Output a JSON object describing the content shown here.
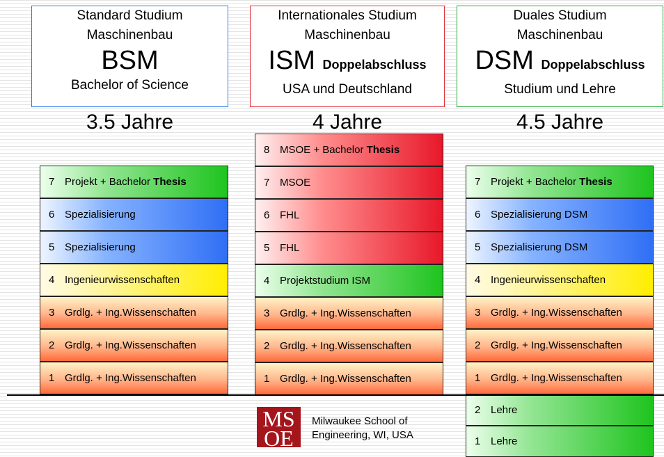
{
  "programs": [
    {
      "title1": "Standard Studium",
      "title2": "Maschinenbau",
      "abbr": "BSM",
      "suffix": "",
      "degree": "Bachelor of Science",
      "duration": "3.5 Jahre",
      "border_color": "#2b7de9",
      "blocks": [
        {
          "num": "7",
          "text": "Projekt + Bachelor ",
          "bold": "Thesis",
          "color": "green"
        },
        {
          "num": "6",
          "text": "Spezialisierung",
          "bold": "",
          "color": "blue"
        },
        {
          "num": "5",
          "text": "Spezialisierung",
          "bold": "",
          "color": "blue"
        },
        {
          "num": "4",
          "text": "Ingenieurwissenschaften",
          "bold": "",
          "color": "yellow"
        },
        {
          "num": "3",
          "text": "Grdlg. + Ing.Wissenschaften",
          "bold": "",
          "color": "orange"
        },
        {
          "num": "2",
          "text": "Grdlg. + Ing.Wissenschaften",
          "bold": "",
          "color": "orange"
        },
        {
          "num": "1",
          "text": "Grdlg. + Ing.Wissenschaften",
          "bold": "",
          "color": "orange"
        }
      ]
    },
    {
      "title1": "Internationales Studium",
      "title2": "Maschinenbau",
      "abbr": "ISM",
      "suffix": "Doppelabschluss",
      "degree": "USA und Deutschland",
      "duration": "4 Jahre",
      "border_color": "#e0303a",
      "blocks": [
        {
          "num": "8",
          "text": "MSOE + Bachelor ",
          "bold": "Thesis",
          "color": "red"
        },
        {
          "num": "7",
          "text": "MSOE",
          "bold": "",
          "color": "red"
        },
        {
          "num": "6",
          "text": "FHL",
          "bold": "",
          "color": "red"
        },
        {
          "num": "5",
          "text": "FHL",
          "bold": "",
          "color": "red"
        },
        {
          "num": "4",
          "text": "Projektstudium ISM",
          "bold": "",
          "color": "green"
        },
        {
          "num": "3",
          "text": "Grdlg. + Ing.Wissenschaften",
          "bold": "",
          "color": "orange"
        },
        {
          "num": "2",
          "text": "Grdlg. + Ing.Wissenschaften",
          "bold": "",
          "color": "orange"
        },
        {
          "num": "1",
          "text": "Grdlg. + Ing.Wissenschaften",
          "bold": "",
          "color": "orange"
        }
      ]
    },
    {
      "title1": "Duales Studium",
      "title2": "Maschinenbau",
      "abbr": "DSM",
      "suffix": "Doppelabschluss",
      "degree": "Studium und Lehre",
      "duration": "4.5 Jahre",
      "border_color": "#22a83a",
      "blocks": [
        {
          "num": "7",
          "text": "Projekt + Bachelor ",
          "bold": "Thesis",
          "color": "green"
        },
        {
          "num": "6",
          "text": "Spezialisierung DSM",
          "bold": "",
          "color": "blue"
        },
        {
          "num": "5",
          "text": "Spezialisierung DSM",
          "bold": "",
          "color": "blue"
        },
        {
          "num": "4",
          "text": "Ingenieurwissenschaften",
          "bold": "",
          "color": "yellow"
        },
        {
          "num": "3",
          "text": "Grdlg. + Ing.Wissenschaften",
          "bold": "",
          "color": "orange"
        },
        {
          "num": "2",
          "text": "Grdlg. + Ing.Wissenschaften",
          "bold": "",
          "color": "orange"
        },
        {
          "num": "1",
          "text": "Grdlg. + Ing.Wissenschaften",
          "bold": "",
          "color": "orange"
        }
      ],
      "below": [
        {
          "num": "2",
          "text": "Lehre",
          "bold": "",
          "color": "green"
        },
        {
          "num": "1",
          "text": "Lehre",
          "bold": "",
          "color": "green"
        }
      ]
    }
  ],
  "logo": {
    "name": "MSOE",
    "line1": "Milwaukee School of",
    "line2": "Engineering, WI, USA",
    "color": "#a5161c"
  }
}
